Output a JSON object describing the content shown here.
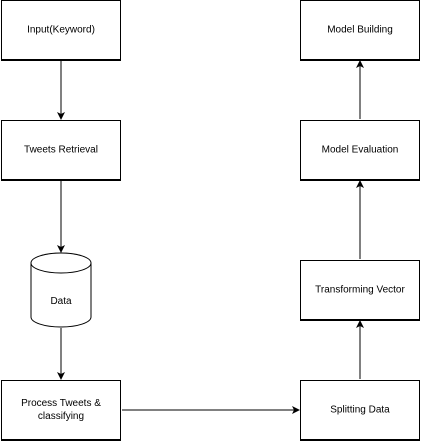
{
  "nodes": {
    "input": "Input(Keyword)",
    "tweets_retrieval": "Tweets Retrieval",
    "data": "Data",
    "process": "Process Tweets & classifying",
    "splitting": "Splitting Data",
    "transforming": "Transforming Vector",
    "evaluation": "Model Evaluation",
    "building": "Model Building"
  },
  "colors": {
    "stroke": "#000000",
    "fill": "#ffffff"
  }
}
